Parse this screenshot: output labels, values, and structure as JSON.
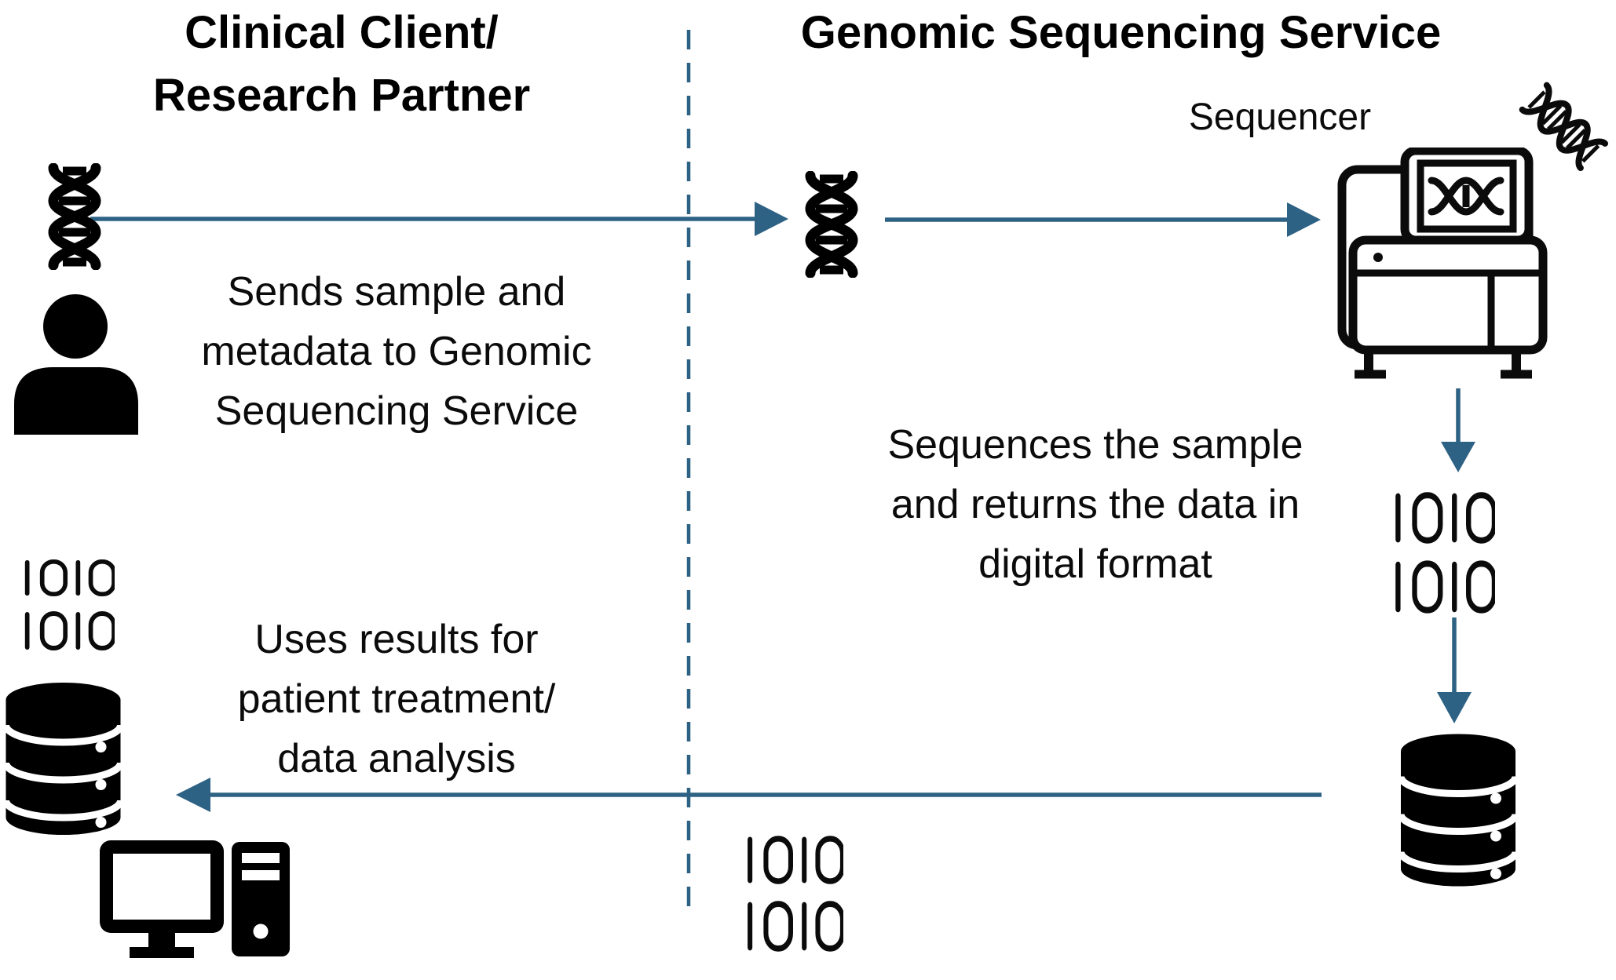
{
  "colors": {
    "accent": "#2E6284",
    "ink": "#000000",
    "background": "#FFFFFF"
  },
  "headers": {
    "left_line1": "Clinical Client/",
    "left_line2": "Research Partner",
    "right": "Genomic Sequencing Service"
  },
  "labels": {
    "sequencer": "Sequencer"
  },
  "annotations": {
    "send": [
      "Sends sample and",
      "metadata to Genomic",
      "Sequencing Service"
    ],
    "sequence": [
      "Sequences the sample",
      "and returns the data in",
      "digital format"
    ],
    "use": [
      "Uses results for",
      "patient treatment/",
      "data analysis"
    ]
  }
}
